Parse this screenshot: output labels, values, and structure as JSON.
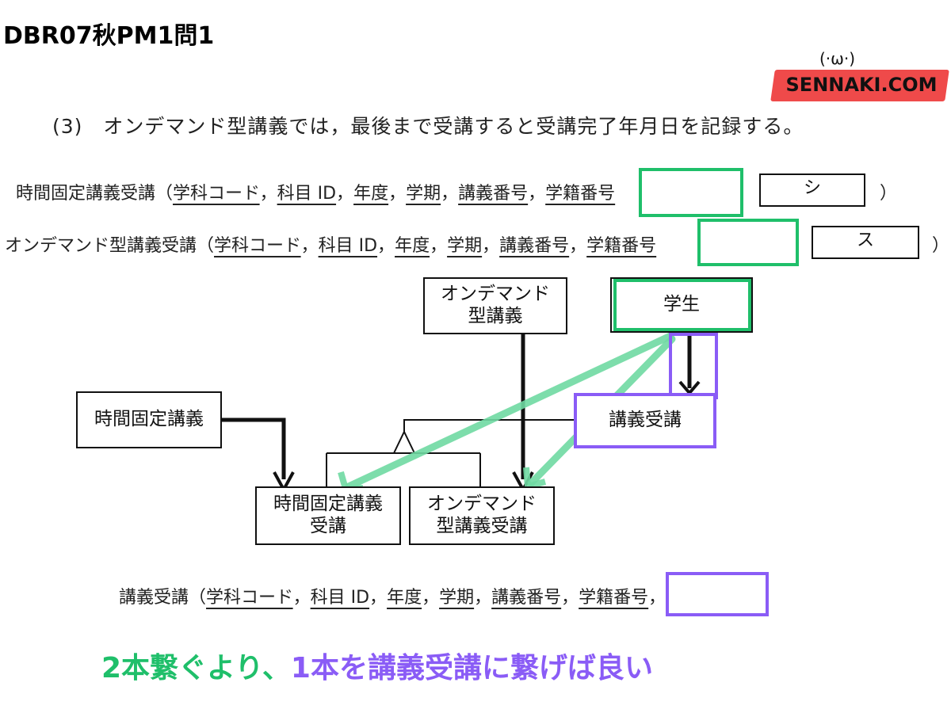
{
  "header": {
    "title": "DBR07秋PM1問1"
  },
  "logo": {
    "face": "(·ω·)",
    "text": "SENNAKI.COM",
    "band_color": "#ef4a4a"
  },
  "question": {
    "number": "(3)",
    "text": "オンデマンド型講義では，最後まで受講すると受講完了年月日を記録する。"
  },
  "relations": {
    "jikan": {
      "name": "時間固定講義受講",
      "open": "（",
      "attrs": [
        "学科コード",
        "科目 ID",
        "年度",
        "学期",
        "講義番号",
        "学籍番号"
      ],
      "sep": "，",
      "blank": "シ",
      "close": "）"
    },
    "ondemand": {
      "name": "オンデマンド型講義受講",
      "open": "（",
      "attrs": [
        "学科コード",
        "科目 ID",
        "年度",
        "学期",
        "講義番号",
        "学籍番号"
      ],
      "sep": "，",
      "blank": "ス",
      "close": "）"
    },
    "kogi_jukou": {
      "name": "講義受講",
      "open": "（",
      "attrs": [
        "学科コード",
        "科目 ID",
        "年度",
        "学期",
        "講義番号",
        "学籍番号"
      ],
      "sep": "，"
    }
  },
  "diagram": {
    "entities": {
      "ondemand_kogi": [
        "オンデマンド",
        "型講義"
      ],
      "gakusei": "学生",
      "jikan_kotei_kogi": "時間固定講義",
      "kogi_jukou": "講義受講",
      "jikan_kotei_jukou": [
        "時間固定講義",
        "受講"
      ],
      "ondemand_jukou": [
        "オンデマンド",
        "型講義受講"
      ]
    }
  },
  "message": {
    "part1": "2本繋ぐより、",
    "part2": "1本を講義受講に繋げば良い"
  },
  "colors": {
    "green": "#1fbf6a",
    "purple": "#8a5cf6",
    "light_green_arrow": "#6fd9a2"
  }
}
